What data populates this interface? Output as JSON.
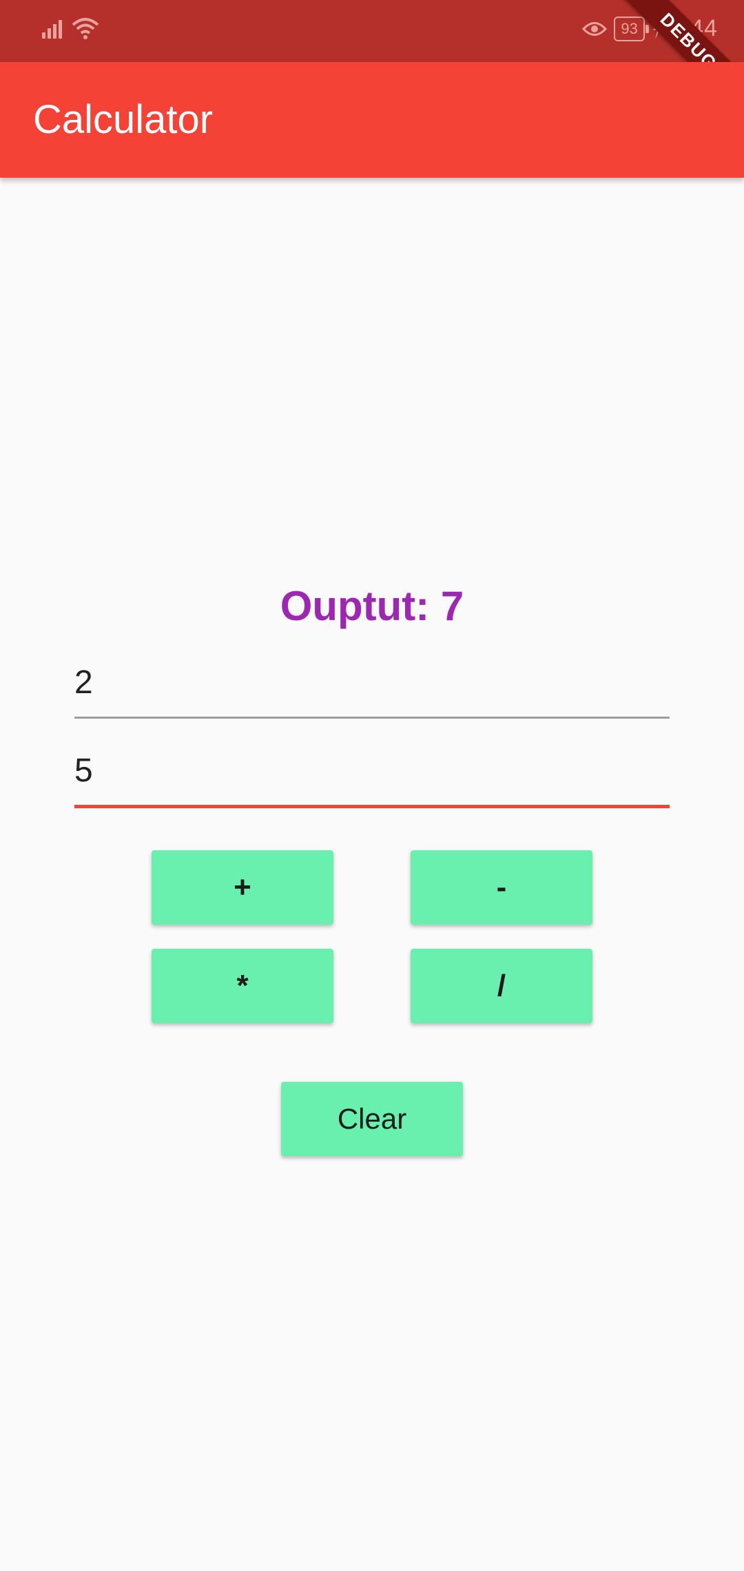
{
  "status_bar": {
    "battery": "93",
    "time": "1:44",
    "debug_label": "DEBUG"
  },
  "app_bar": {
    "title": "Calculator"
  },
  "output": {
    "text": "Ouptut: 7"
  },
  "inputs": {
    "first_value": "2",
    "second_value": "5"
  },
  "buttons": {
    "add": "+",
    "subtract": "-",
    "multiply": "*",
    "divide": "/",
    "clear": "Clear"
  },
  "colors": {
    "app_bar": "#f44336",
    "status_bar": "#b5302a",
    "output_text": "#9c27b0",
    "button": "#69f0ae",
    "focused_underline": "#f44336"
  }
}
